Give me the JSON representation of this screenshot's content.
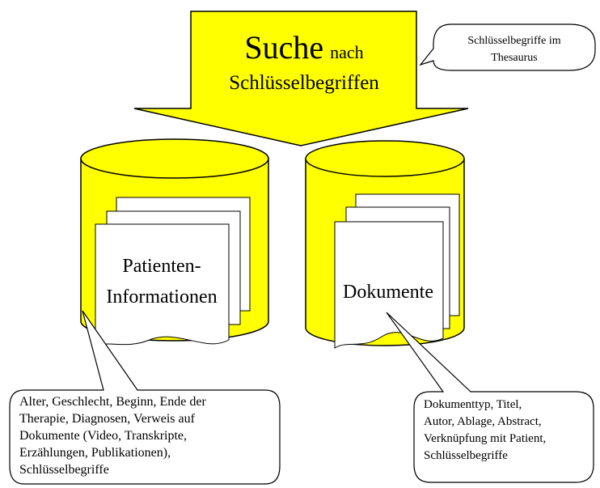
{
  "colors": {
    "fill_yellow": "#ffff00",
    "stroke": "#000000",
    "paper": "#ffffff",
    "shadow": "#bfbfbf"
  },
  "search_arrow": {
    "title_big": "Suche",
    "title_small": "nach",
    "title_line2": "Schlüsselbegriffen"
  },
  "thesaurus_callout": {
    "line1": "Schlüsselbegriffe im",
    "line2": "Thesaurus"
  },
  "left_database": {
    "doc_line1": "Patienten-",
    "doc_line2": "Informationen"
  },
  "right_database": {
    "doc_label": "Dokumente"
  },
  "patient_callout": {
    "text": "Alter, Geschlecht, Beginn, Ende der\nTherapie, Diagnosen, Verweis auf\nDokumente (Video, Transkripte,\nErzählungen, Publikationen),\nSchlüsselbegriffe"
  },
  "document_callout": {
    "text": "Dokumenttyp, Titel,\nAutor, Ablage, Abstract,\nVerknüpfung mit Patient,\nSchlüsselbegriffe"
  }
}
